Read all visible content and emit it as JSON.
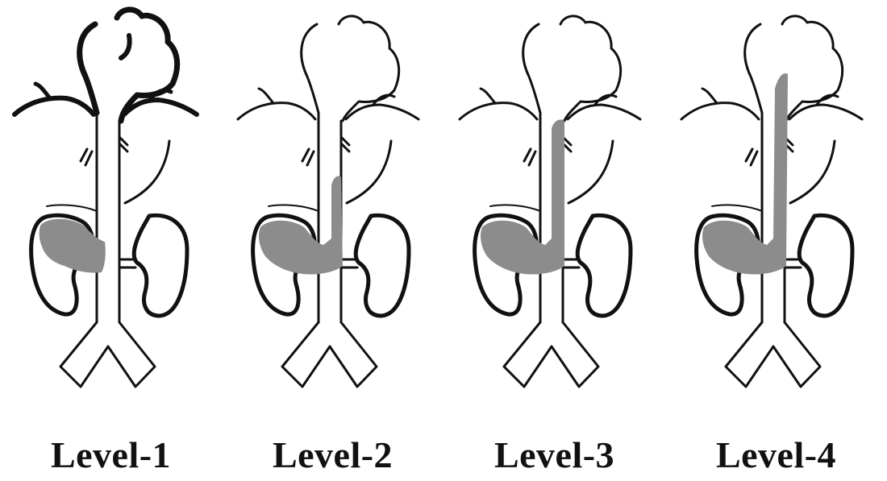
{
  "panels": [
    {
      "label": "Level-1",
      "thrombus_extent": "renal",
      "bold_heart": true
    },
    {
      "label": "Level-2",
      "thrombus_extent": "infrahepatic",
      "bold_heart": false
    },
    {
      "label": "Level-3",
      "thrombus_extent": "retrohepatic",
      "bold_heart": false
    },
    {
      "label": "Level-4",
      "thrombus_extent": "supradiaphragmatic",
      "bold_heart": false
    }
  ],
  "colors": {
    "line": "#111111",
    "thrombus": "#8c8c8c",
    "background": "#ffffff"
  }
}
